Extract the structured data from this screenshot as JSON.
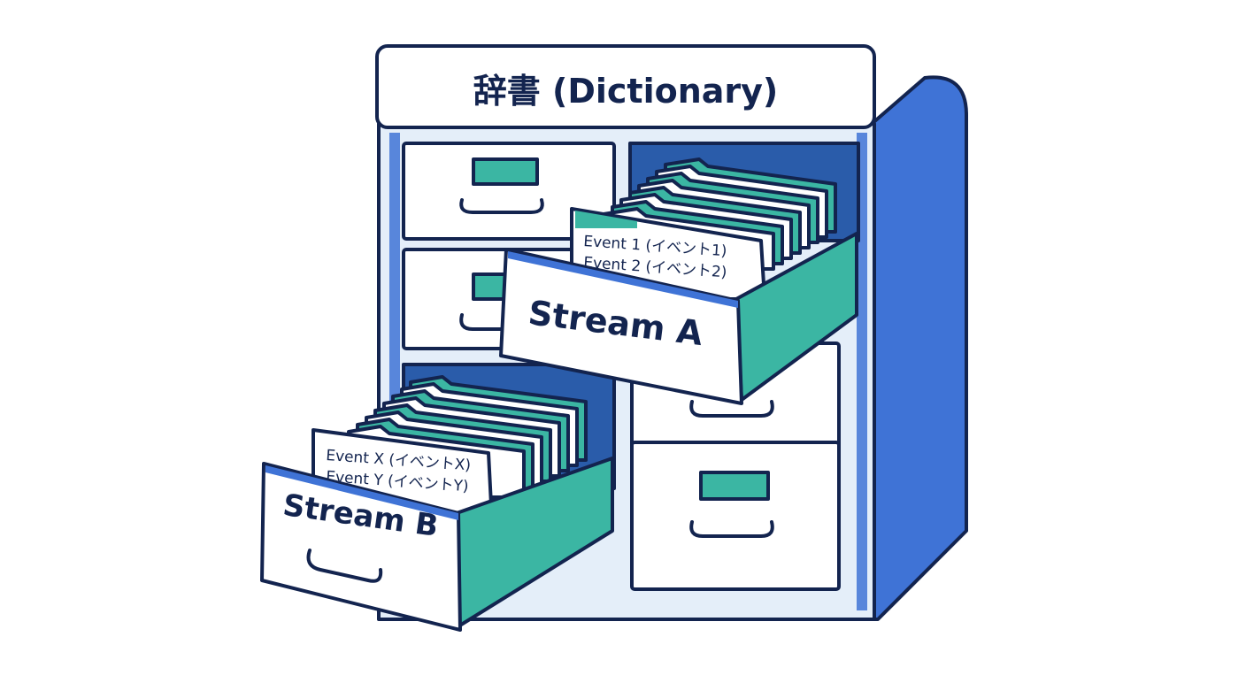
{
  "cabinet": {
    "title": "辞書 (Dictionary)"
  },
  "drawers": {
    "stream_a": {
      "label": "Stream A",
      "events": [
        "Event 1 (イベント1)",
        "Event 2 (イベント2)"
      ]
    },
    "stream_b": {
      "label": "Stream B",
      "events": [
        "Event X (イベントX)",
        "Event Y (イベントY)"
      ]
    }
  },
  "colors": {
    "outline": "#13244f",
    "teal": "#3bb6a3",
    "teal_dark": "#2a9a88",
    "blue": "#3f73d6",
    "blue_dark": "#2f5fbf",
    "frame_light": "#e4eef9",
    "drawer_front": "#ffffff",
    "cavity": "#2a5caa"
  }
}
